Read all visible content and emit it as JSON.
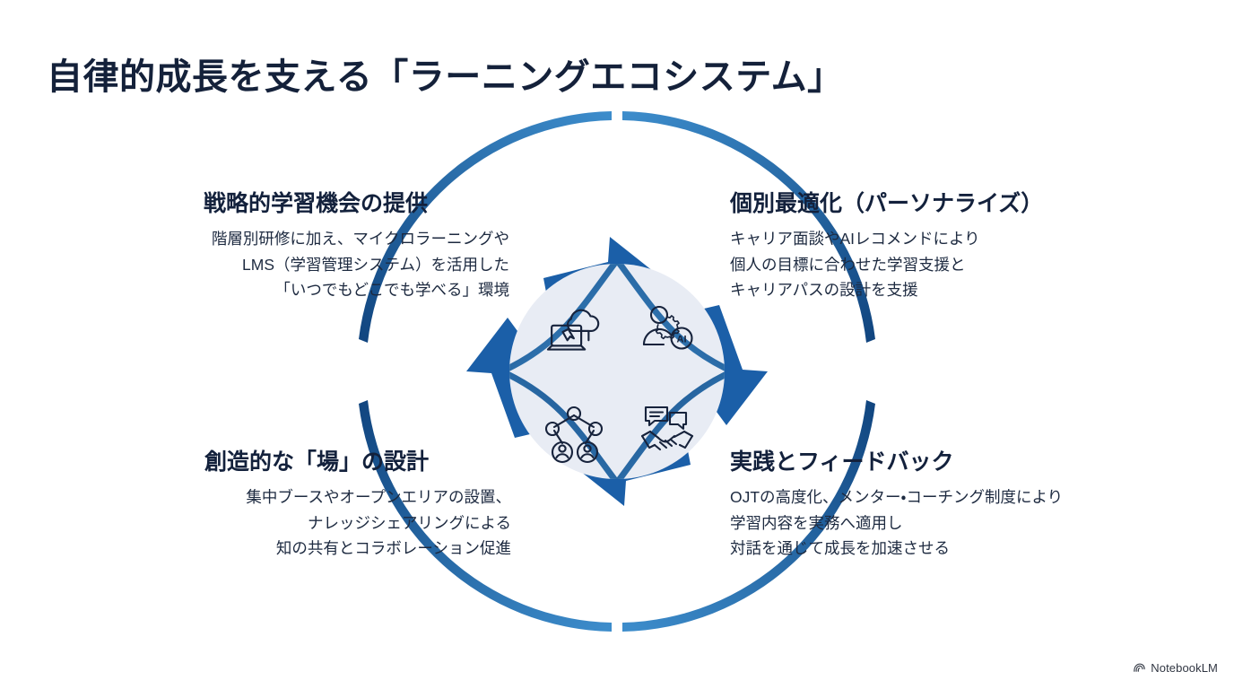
{
  "slide": {
    "title": "自律的成長を支える「ラーニングエコシステム」",
    "background_color": "#ffffff",
    "title_color": "#14213a"
  },
  "palette": {
    "arrow_blue": "#1b5fa8",
    "ring_blue_dark": "#12447e",
    "ring_blue_light": "#3d8dcc",
    "inner_circle": "#e8ecf4",
    "petal_stroke": "#17447f",
    "icon_stroke": "#17233c",
    "title_navy": "#14213a",
    "body_text": "#1d2a40"
  },
  "quadrants": [
    {
      "id": "strategic-learning",
      "position": "top-left",
      "title": "戦略的学習機会の提供",
      "body_lines": [
        "階層別研修に加え、マイクロラーニングや",
        "LMS（学習管理システム）を活用した",
        "「いつでもどこでも学べる」環境"
      ],
      "icon": "laptop-cloud-icon"
    },
    {
      "id": "personalization",
      "position": "top-right",
      "title": "個別最適化（パーソナライズ）",
      "body_lines": [
        "キャリア面談やAIレコメンドにより",
        "個人の目標に合わせた学習支援と",
        "キャリアパスの設計を支援"
      ],
      "icon": "person-ai-gear-icon"
    },
    {
      "id": "practice-feedback",
      "position": "bottom-right",
      "title": "実践とフィードバック",
      "body_lines": [
        "OJTの高度化、メンター・コーチング制度により",
        "学習内容を実務へ適用し",
        "対話を通じて成長を加速させる"
      ],
      "icon": "handshake-chat-icon"
    },
    {
      "id": "creative-place",
      "position": "bottom-left",
      "title": "創造的な「場」の設計",
      "body_lines": [
        "集中ブースやオープンエリアの設置、",
        "ナレッジシェアリングによる",
        "知の共有とコラボレーション促進"
      ],
      "icon": "network-people-icon"
    }
  ],
  "cycle": {
    "direction": "clockwise",
    "arrows": [
      {
        "id": "arrow-top",
        "points": "right"
      },
      {
        "id": "arrow-right",
        "points": "down"
      },
      {
        "id": "arrow-bottom",
        "points": "left"
      },
      {
        "id": "arrow-left",
        "points": "up"
      }
    ]
  },
  "watermark": {
    "label": "NotebookLM",
    "icon": "notebooklm-spiral-icon"
  }
}
